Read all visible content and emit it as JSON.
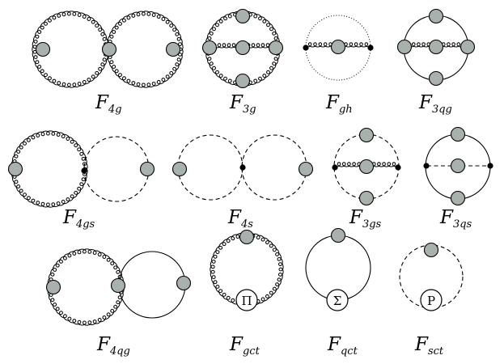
{
  "diagrams": [
    {
      "id": "F4g",
      "label": {
        "main": "F",
        "sub": "4g"
      }
    },
    {
      "id": "F3g",
      "label": {
        "main": "F",
        "sub": "3g"
      }
    },
    {
      "id": "Fgh",
      "label": {
        "main": "F",
        "sub": "gh"
      }
    },
    {
      "id": "F3qg",
      "label": {
        "main": "F",
        "sub": "3qg"
      }
    },
    {
      "id": "F4gs",
      "label": {
        "main": "F",
        "sub": "4gs"
      }
    },
    {
      "id": "F4s",
      "label": {
        "main": "F",
        "sub": "4s"
      }
    },
    {
      "id": "F3gs",
      "label": {
        "main": "F",
        "sub": "3gs"
      }
    },
    {
      "id": "F3qs",
      "label": {
        "main": "F",
        "sub": "3qs"
      }
    },
    {
      "id": "F4qg",
      "label": {
        "main": "F",
        "sub": "4qg"
      }
    },
    {
      "id": "Fgct",
      "label": {
        "main": "F",
        "sub": "gct"
      },
      "insertion": "Π"
    },
    {
      "id": "Fqct",
      "label": {
        "main": "F",
        "sub": "qct"
      },
      "insertion": "Σ"
    },
    {
      "id": "Fsct",
      "label": {
        "main": "F",
        "sub": "sct"
      },
      "insertion": "P"
    }
  ],
  "colors": {
    "line": "#000000",
    "blob_fill": "#a8b1ac",
    "background": "#ffffff"
  },
  "line_styles": [
    "gluon-curly",
    "scalar-dashed",
    "quark-solid",
    "ghost-dotted"
  ]
}
